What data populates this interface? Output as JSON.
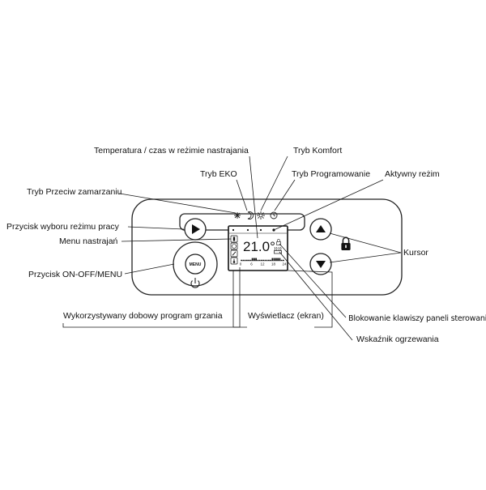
{
  "labels": {
    "temp_time": "Temperatura / czas w reżimie nastrajania",
    "comfort_mode": "Tryb Komfort",
    "eco_mode": "Tryb EKO",
    "program_mode": "Tryb Programowanie",
    "active_mode": "Aktywny reżim",
    "frost_mode": "Tryb Przeciw zamarzaniu",
    "mode_select_button": "Przycisk wyboru reżimu pracy",
    "settings_menu": "Menu nastrajań",
    "on_off_menu_button": "Przycisk ON-OFF/MENU",
    "cursor": "Kursor",
    "daily_program": "Wykorzystywany dobowy program grzania",
    "display": "Wyświetlacz (ekran)",
    "keypad_lock": "Blokowanie klawiszy paneli sterowania",
    "heating_indicator": "Wskaźnik ogrzewania"
  },
  "device": {
    "menu_button_text": "MENU",
    "temperature_reading": "21.0°",
    "lcd_scale": [
      "0",
      "6",
      "12",
      "18",
      "24"
    ],
    "daily_program_on": [
      0,
      0,
      0,
      0,
      0,
      0,
      1,
      1,
      1,
      0,
      0,
      0,
      0,
      0,
      0,
      0,
      0,
      1,
      1,
      1,
      1,
      1,
      0,
      0
    ]
  }
}
